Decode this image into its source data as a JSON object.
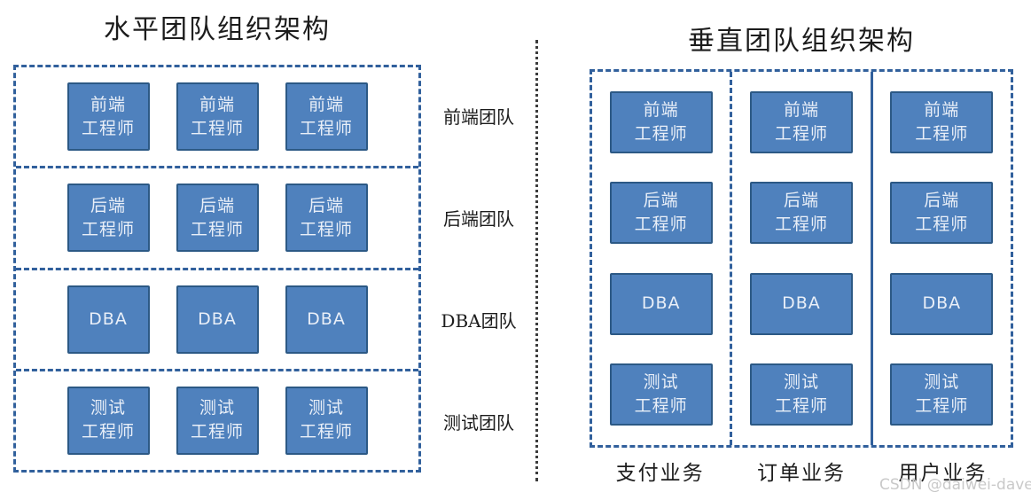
{
  "left": {
    "title": "水平团队组织架构",
    "rows": [
      {
        "box": "前端\n工程师",
        "team": "前端团队"
      },
      {
        "box": "后端\n工程师",
        "team": "后端团队"
      },
      {
        "box": "DBA",
        "team": "DBA团队"
      },
      {
        "box": "测试\n工程师",
        "team": "测试团队"
      }
    ]
  },
  "right": {
    "title": "垂直团队组织架构",
    "roles": [
      "前端\n工程师",
      "后端\n工程师",
      "DBA",
      "测试\n工程师"
    ],
    "columns": [
      "支付业务",
      "订单业务",
      "用户业务"
    ]
  },
  "watermark": "CSDN @daiwei-dave",
  "colors": {
    "box_fill": "#4f81bd",
    "box_border": "#2c5985",
    "dashed_border": "#31609c",
    "box_text": "#e9eff8",
    "label_text": "#1c1c1c",
    "divider_dots": "#3c3c3c",
    "watermark_text": "#c9c9c9"
  }
}
